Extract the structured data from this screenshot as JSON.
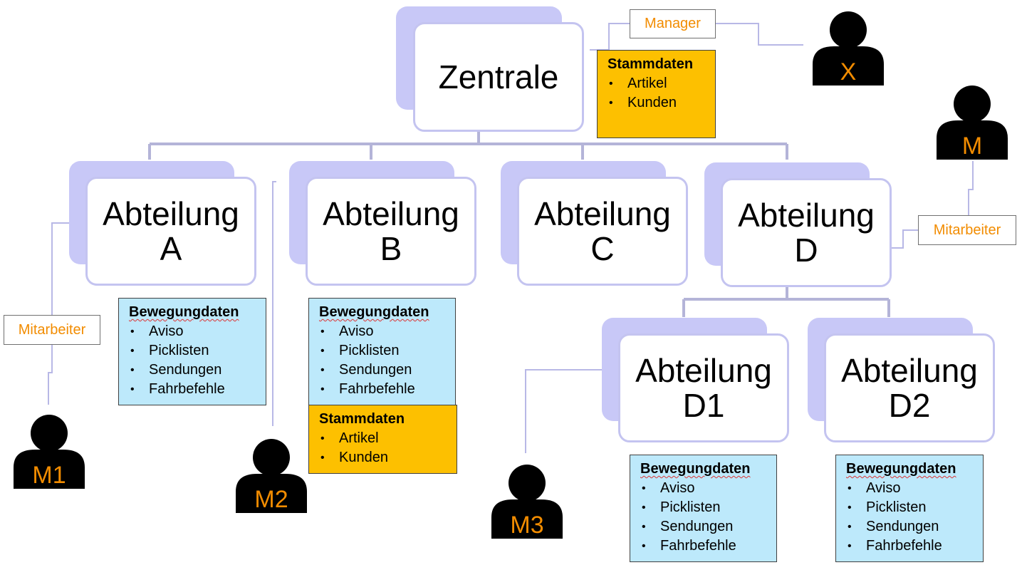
{
  "root": {
    "label": "Zentrale"
  },
  "departments": {
    "a": {
      "line1": "Abteilung",
      "line2": "A"
    },
    "b": {
      "line1": "Abteilung",
      "line2": "B"
    },
    "c": {
      "line1": "Abteilung",
      "line2": "C"
    },
    "d": {
      "line1": "Abteilung",
      "line2": "D"
    },
    "d1": {
      "line1": "Abteilung",
      "line2": "D1"
    },
    "d2": {
      "line1": "Abteilung",
      "line2": "D2"
    }
  },
  "stammdaten": {
    "title": "Stammdaten",
    "items": [
      "Artikel",
      "Kunden"
    ]
  },
  "bewegungdaten": {
    "title": "Bewegungdaten",
    "items": [
      "Aviso",
      "Picklisten",
      "Sendungen",
      "Fahrbefehle"
    ]
  },
  "labels": {
    "manager": "Manager",
    "mitarbeiter": "Mitarbeiter"
  },
  "people": {
    "x": "X",
    "m": "M",
    "m1": "M1",
    "m2": "M2",
    "m3": "M3"
  },
  "colors": {
    "card_shadow": "#c8c8f7",
    "card_border": "#c4c4f0",
    "connector": "#b4b4d8",
    "bewegung_fill": "#bde9fb",
    "stamm_fill": "#fdc000",
    "accent_text": "#f28c00"
  }
}
